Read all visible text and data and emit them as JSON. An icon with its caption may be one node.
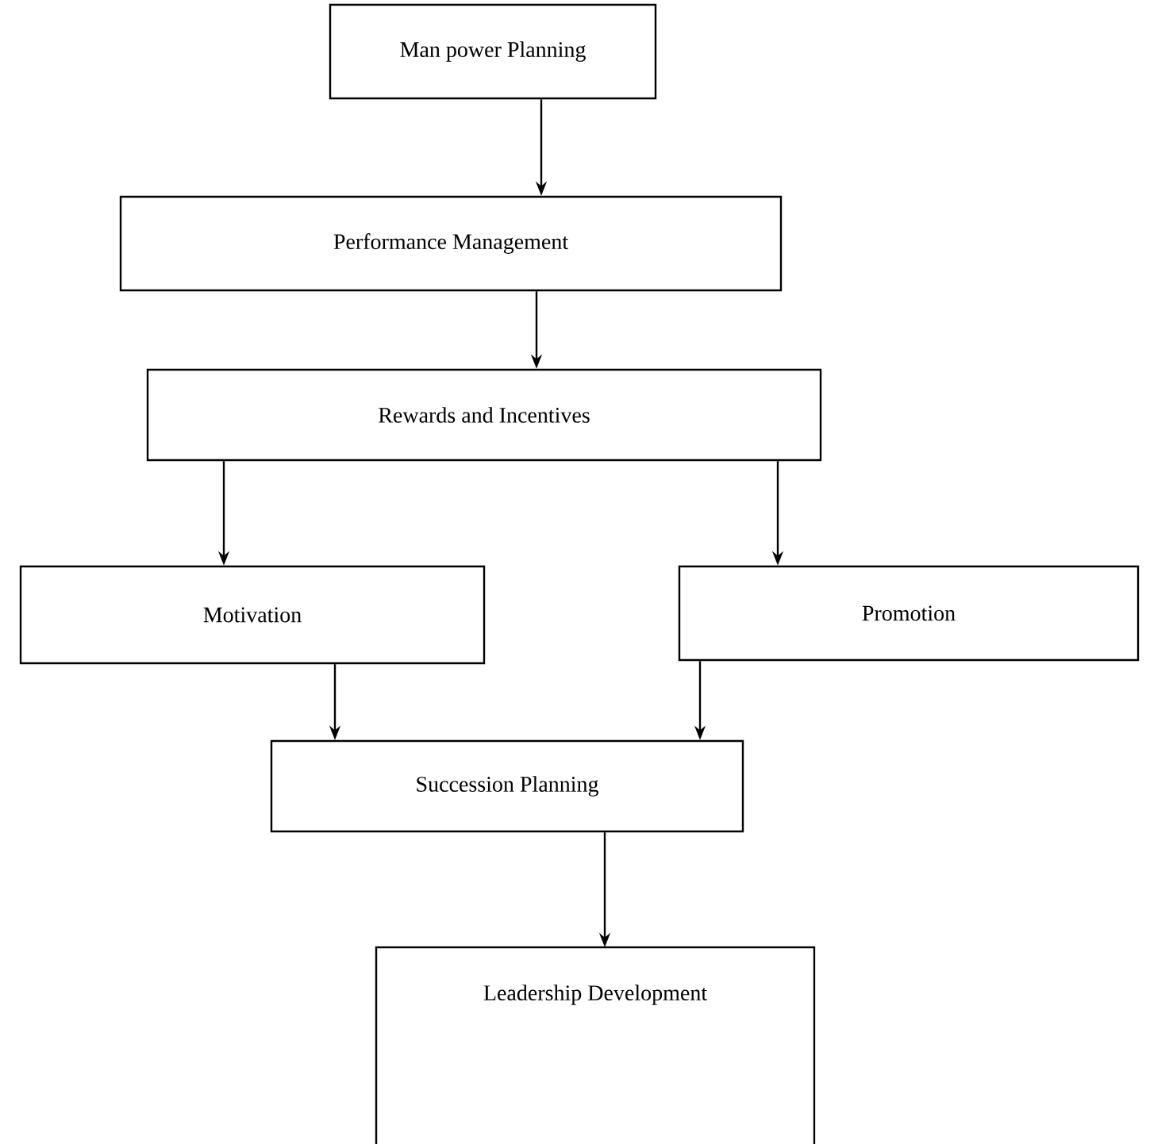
{
  "diagram": {
    "nodes": [
      {
        "text": [
          "Man power Planning"
        ]
      },
      {
        "text": [
          "Performance Management"
        ]
      },
      {
        "text": [
          "Rewards and Incentives"
        ]
      },
      {
        "text": [
          "Motivation"
        ]
      },
      {
        "text": [
          "Promotion"
        ]
      },
      {
        "text": [
          "Succession Planning"
        ]
      },
      {
        "text": [
          "Leadership Development"
        ]
      }
    ],
    "edges": [
      {
        "from": 0,
        "to": 1,
        "arrow": "to"
      },
      {
        "from": 1,
        "to": 2,
        "arrow": "to"
      },
      {
        "from": 2,
        "to": 3,
        "arrow": "to"
      },
      {
        "from": 2,
        "to": 4,
        "arrow": "to"
      },
      {
        "from": 3,
        "to": 5,
        "arrow": "to"
      },
      {
        "from": 4,
        "to": 5,
        "arrow": "to"
      },
      {
        "from": 5,
        "to": 6,
        "arrow": "to"
      }
    ]
  }
}
